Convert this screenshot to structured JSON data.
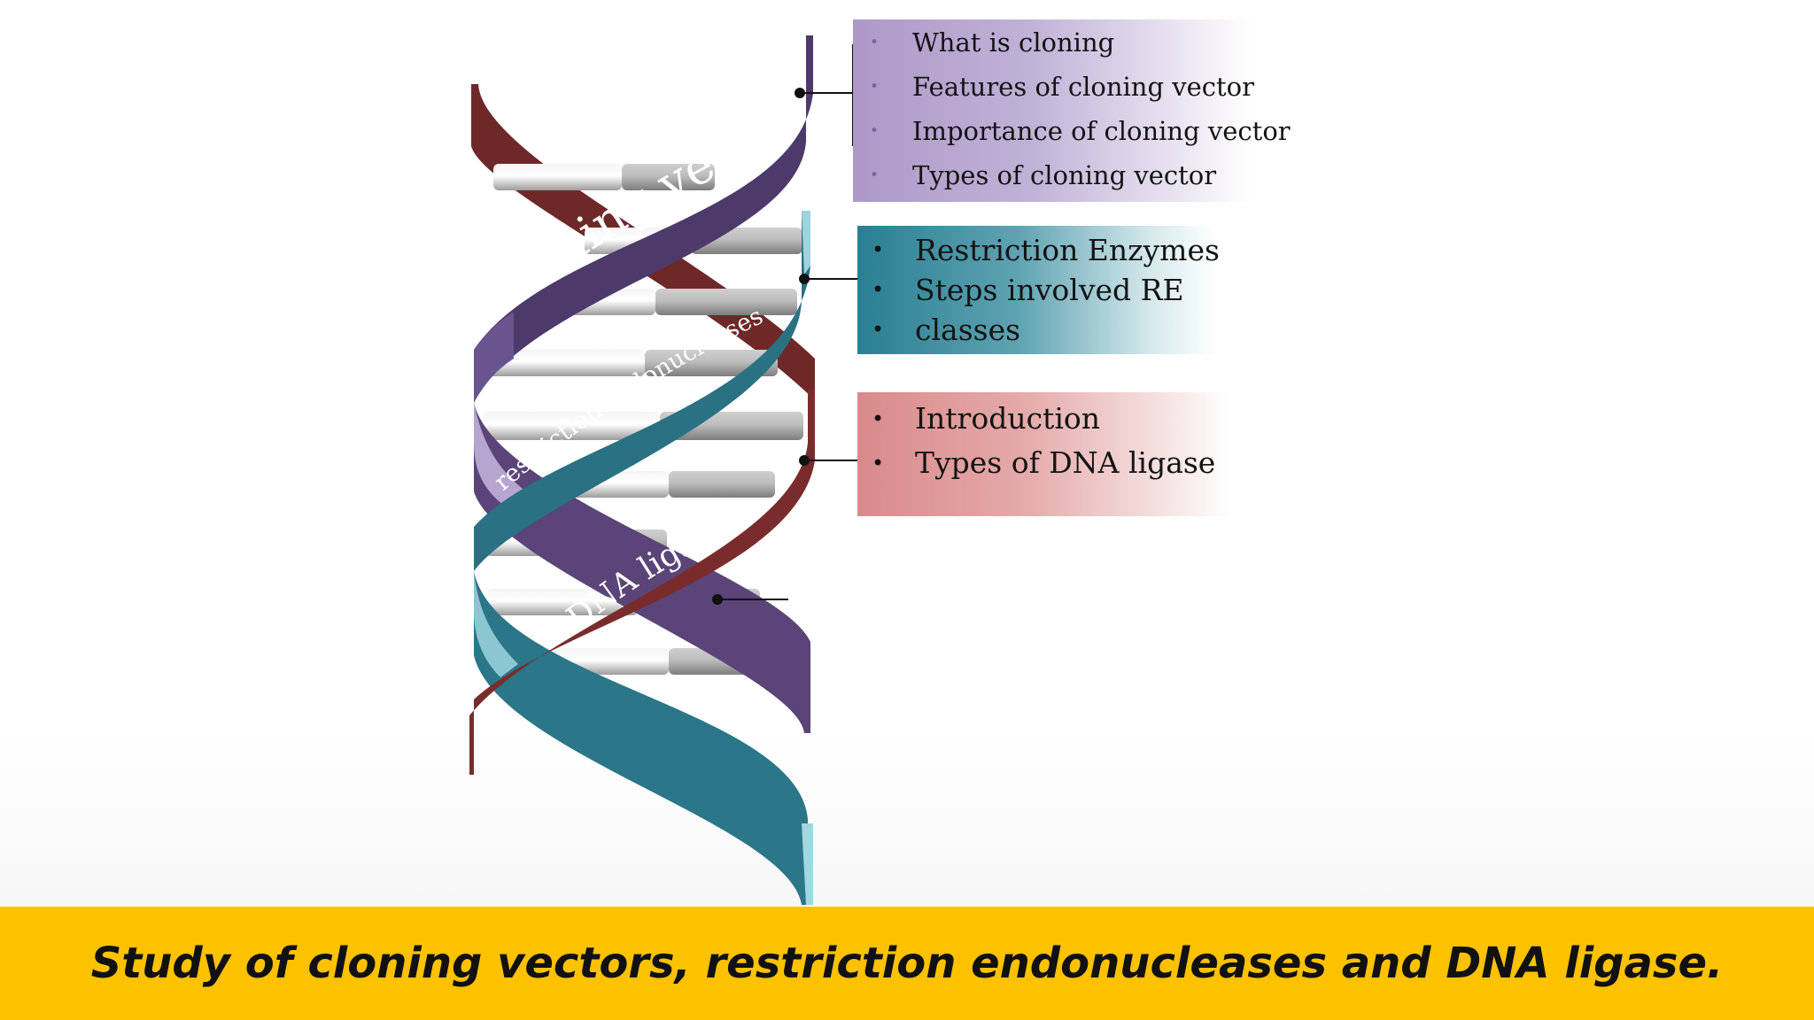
{
  "topics": [
    {
      "ribbon_label": "cloning vectors",
      "color": "#5a4478",
      "items": [
        "What is cloning",
        "Features of cloning vector",
        "Importance of cloning vector",
        "Types of cloning vector"
      ]
    },
    {
      "ribbon_label": "restriction endonucleases",
      "color": "#2b7688",
      "items": [
        "Restriction Enzymes",
        "Steps involved RE",
        "classes"
      ]
    },
    {
      "ribbon_label": "DNA ligase",
      "color": "#7a2c2c",
      "items": [
        "Introduction",
        "Types of DNA ligase"
      ]
    }
  ],
  "footer": {
    "title": "Study of cloning vectors, restriction endonucleases and DNA ligase."
  }
}
